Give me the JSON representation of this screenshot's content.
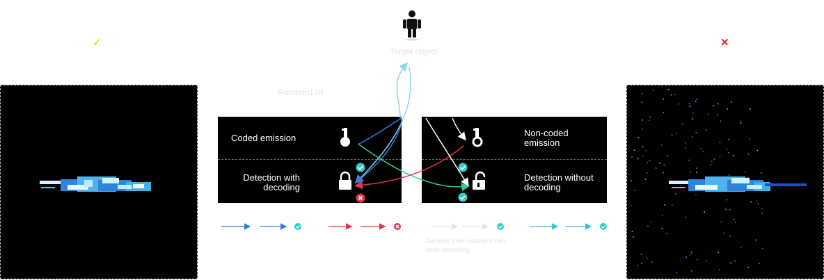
{
  "target_label": "Target object",
  "random_code_label": "Random128",
  "left_box": {
    "top_label": "Coded emission",
    "bottom_label": "Detection with decoding"
  },
  "right_box": {
    "top_label": "Non-coded emission",
    "bottom_label": "Detection without decoding"
  },
  "note_label": "Genetic inter-scatters can beat-decoding",
  "marks": {
    "good": "✓",
    "bad": "✕"
  },
  "colors": {
    "good": "#f2e21b",
    "bad": "#e5242b",
    "blue": "#2f7fe0",
    "cyan": "#34c3d2",
    "green": "#2fd38a",
    "red": "#e3344a",
    "lightblue": "#8fd6ef"
  }
}
